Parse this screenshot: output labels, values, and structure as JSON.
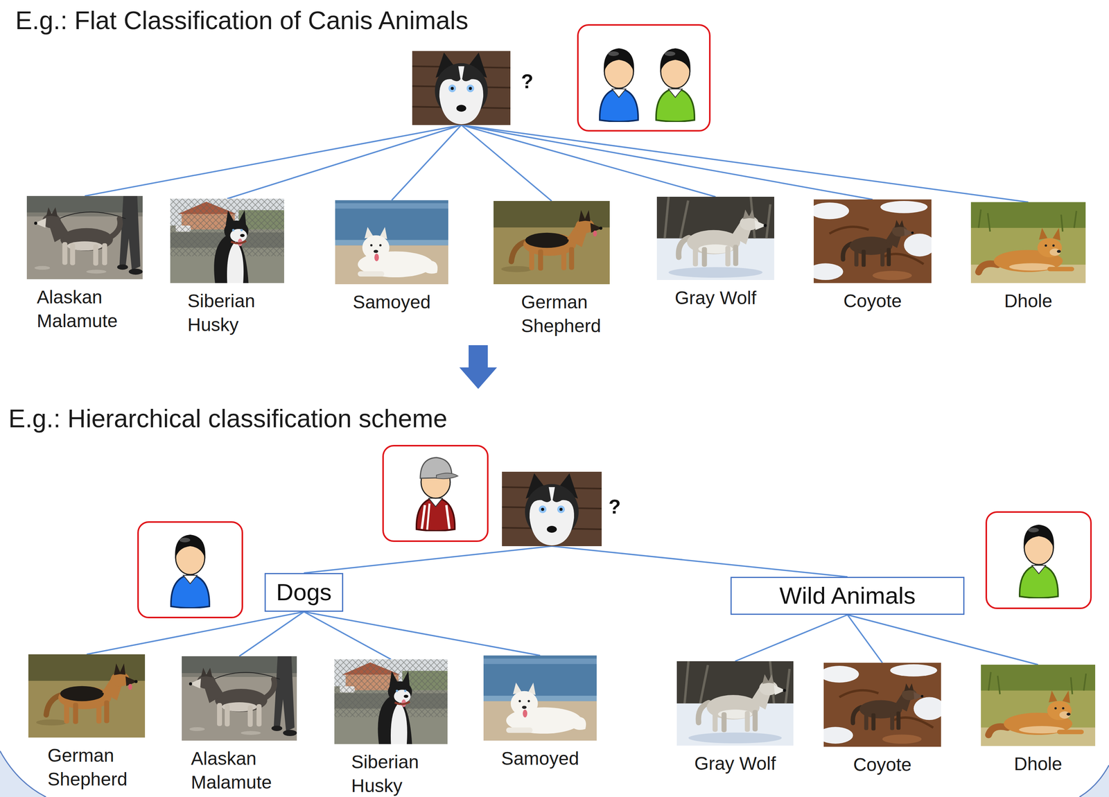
{
  "diagram": {
    "title": "E.g.: Flat Classification of Canis Animals",
    "nodes": [
      {
        "text": [
          "?"
        ]
      },
      {
        "text": [
          "Alaskan Malamute"
        ]
      },
      {
        "text": [
          "Siberian Husky"
        ]
      },
      {
        "text": [
          "Samoyed"
        ]
      },
      {
        "text": [
          "German Shepherd"
        ]
      },
      {
        "text": [
          "Gray Wolf"
        ]
      },
      {
        "text": [
          "Coyote"
        ]
      },
      {
        "text": [
          "Dhole"
        ]
      },
      {
        "text": [
          "?"
        ]
      },
      {
        "text": [
          "Dogs"
        ]
      },
      {
        "text": [
          "Wild Animals"
        ]
      },
      {
        "text": [
          "German Shepherd"
        ]
      },
      {
        "text": [
          "Alaskan Malamute"
        ]
      },
      {
        "text": [
          "Siberian Husky"
        ]
      },
      {
        "text": [
          "Samoyed"
        ]
      },
      {
        "text": [
          "Gray Wolf"
        ]
      },
      {
        "text": [
          "Coyote"
        ]
      },
      {
        "text": [
          "Dhole"
        ]
      }
    ],
    "edges": [
      {
        "from": 0,
        "to": 1,
        "arrow": "none"
      },
      {
        "from": 0,
        "to": 2,
        "arrow": "none"
      },
      {
        "from": 0,
        "to": 3,
        "arrow": "none"
      },
      {
        "from": 0,
        "to": 4,
        "arrow": "none"
      },
      {
        "from": 0,
        "to": 5,
        "arrow": "none"
      },
      {
        "from": 0,
        "to": 6,
        "arrow": "none"
      },
      {
        "from": 0,
        "to": 7,
        "arrow": "none"
      },
      {
        "from": 8,
        "to": 9,
        "arrow": "none"
      },
      {
        "from": 8,
        "to": 10,
        "arrow": "none"
      },
      {
        "from": 9,
        "to": 11,
        "arrow": "none"
      },
      {
        "from": 9,
        "to": 12,
        "arrow": "none"
      },
      {
        "from": 9,
        "to": 13,
        "arrow": "none"
      },
      {
        "from": 9,
        "to": 14,
        "arrow": "none"
      },
      {
        "from": 10,
        "to": 15,
        "arrow": "none"
      },
      {
        "from": 10,
        "to": 16,
        "arrow": "none"
      },
      {
        "from": 10,
        "to": 17,
        "arrow": "none"
      }
    ],
    "labels": [
      "E.g.: Hierarchical classification scheme"
    ]
  }
}
